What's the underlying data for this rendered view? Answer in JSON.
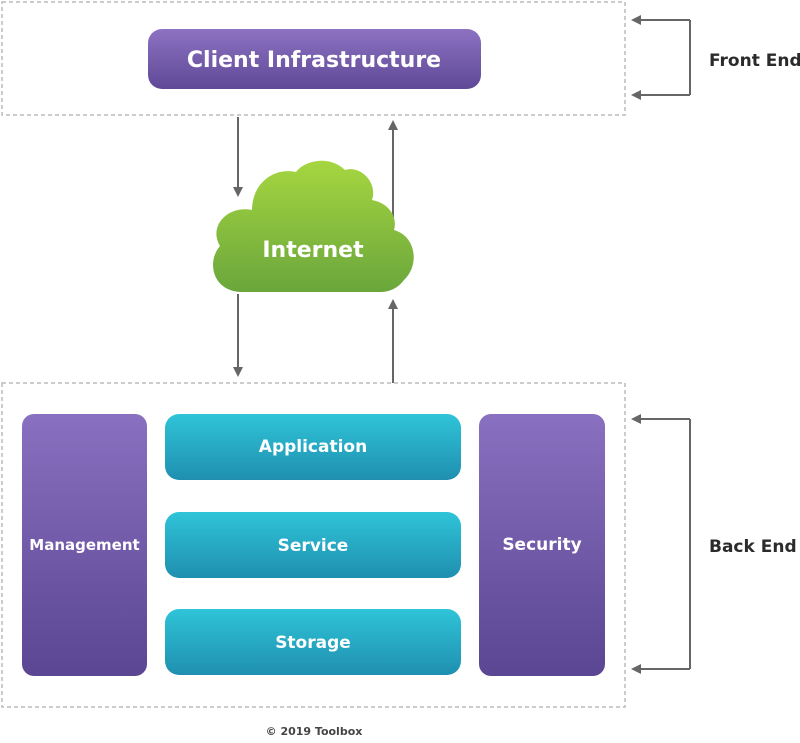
{
  "frontend": {
    "box_label": "Client Infrastructure",
    "side_label": "Front End"
  },
  "network": {
    "cloud_label": "Internet"
  },
  "backend": {
    "side_label": "Back End",
    "left_column_label": "Management",
    "right_column_label": "Security",
    "layers": [
      "Application",
      "Service",
      "Storage"
    ]
  },
  "footer": {
    "credit": "© 2019 Toolbox"
  },
  "colors": {
    "purple_top": "#8a70c0",
    "purple_bottom": "#5a4692",
    "cyan_top": "#2fc4d8",
    "cyan_bottom": "#1f8fb0",
    "green_top": "#a6d640",
    "green_bottom": "#6aa63c",
    "arrow": "#666666",
    "dashed_border": "#bbbbbb"
  }
}
